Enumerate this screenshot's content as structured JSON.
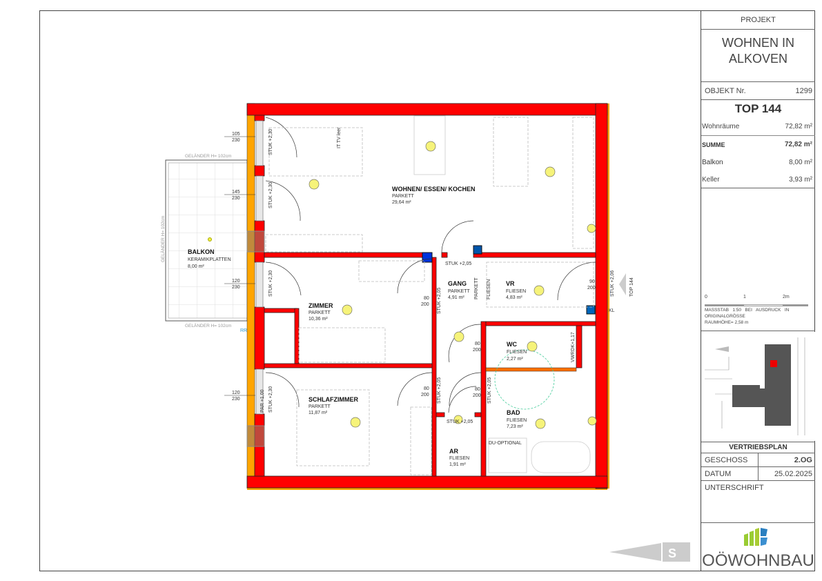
{
  "title_block": {
    "project_label": "PROJEKT",
    "project_name_line1": "WOHNEN IN",
    "project_name_line2": "ALKOVEN",
    "objekt_label": "OBJEKT Nr.",
    "objekt_value": "1299",
    "top": "TOP 144",
    "areas": [
      {
        "label": "Wohnräume",
        "value": "72,82 m²"
      },
      {
        "label": "SUMME",
        "value": "72,82 m²"
      },
      {
        "label": "Balkon",
        "value": "8,00 m²"
      },
      {
        "label": "Keller",
        "value": "3,93 m²"
      }
    ],
    "scale": {
      "ticks": [
        "0",
        "1",
        "2m"
      ],
      "line1": "MASSSTAB   1:50   BEI   AUSDRUCK   IN",
      "line2": "ORIGINALGRÖSSE",
      "line3": "RAUMHÖHE= 2,58 m"
    },
    "plan_type": "VERTRIEBSPLAN",
    "geschoss_label": "GESCHOSS",
    "geschoss_value": "2.OG",
    "datum_label": "DATUM",
    "datum_value": "25.02.2025",
    "unterschrift_label": "UNTERSCHRIFT",
    "logo_text": "OÖWOHNBAU"
  },
  "rooms": [
    {
      "name": "WOHNEN/ ESSEN/ KOCHEN",
      "floor": "PARKETT",
      "area": "29,64 m²"
    },
    {
      "name": "BALKON",
      "floor": "KERAMIKPLATTEN",
      "area": "8,00 m²"
    },
    {
      "name": "ZIMMER",
      "floor": "PARKETT",
      "area": "10,36 m²"
    },
    {
      "name": "SCHLAFZIMMER",
      "floor": "PARKETT",
      "area": "11,87 m²"
    },
    {
      "name": "GANG",
      "floor": "PARKETT",
      "area": "4,91 m²"
    },
    {
      "name": "VR",
      "floor": "FLIESEN",
      "area": "4,83 m²"
    },
    {
      "name": "WC",
      "floor": "FLIESEN",
      "area": "2,27 m²"
    },
    {
      "name": "BAD",
      "floor": "FLIESEN",
      "area": "7,23 m²"
    },
    {
      "name": "AR",
      "floor": "FLIESEN",
      "area": "1,91 m²"
    }
  ],
  "plan_labels": {
    "railing_top": "GELÄNDER H= 102cm",
    "railing_bottom": "GELÄNDER H= 102cm",
    "railing_side": "GELÄNDER H= 102cm",
    "win1_w": "105",
    "win1_h": "230",
    "win2_w": "145",
    "win2_h": "230",
    "win3_w": "120",
    "win3_h": "230",
    "win4_w": "120",
    "win4_h": "230",
    "stuk_230": "STUK +2,30",
    "stuk_205": "STUK +2,05",
    "stuk_206": "STUK +2,06",
    "door_80": "80",
    "door_200": "200",
    "door_90": "90",
    "parapet": "PAR +1,00",
    "top_arrow": "TOP 144",
    "rr": "RR",
    "kl": "KL",
    "du_optional": "DU-OPTIONAL",
    "parkett": "PARKETT",
    "fliesen": "FLIESEN",
    "vwc": "VWRDK+1,17",
    "tv": "IT TV leer"
  }
}
